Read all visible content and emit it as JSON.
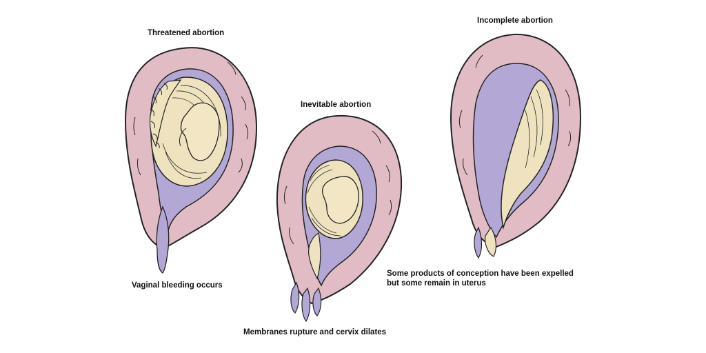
{
  "stages": [
    {
      "title": "Threatened abortion",
      "caption": "Vaginal bleeding occurs"
    },
    {
      "title": "Inevitable abortion",
      "caption": "Membranes rupture and cervix dilates"
    },
    {
      "title": "Incomplete abortion",
      "caption_lines": [
        "Some products of conception have been expelled",
        "but some remain in uterus"
      ]
    }
  ],
  "colors": {
    "uterine_wall": "#e2bcc4",
    "membrane": "#b3a7d6",
    "fetus_sac": "#efe3bf",
    "outline": "#222222",
    "text": "#111111"
  }
}
